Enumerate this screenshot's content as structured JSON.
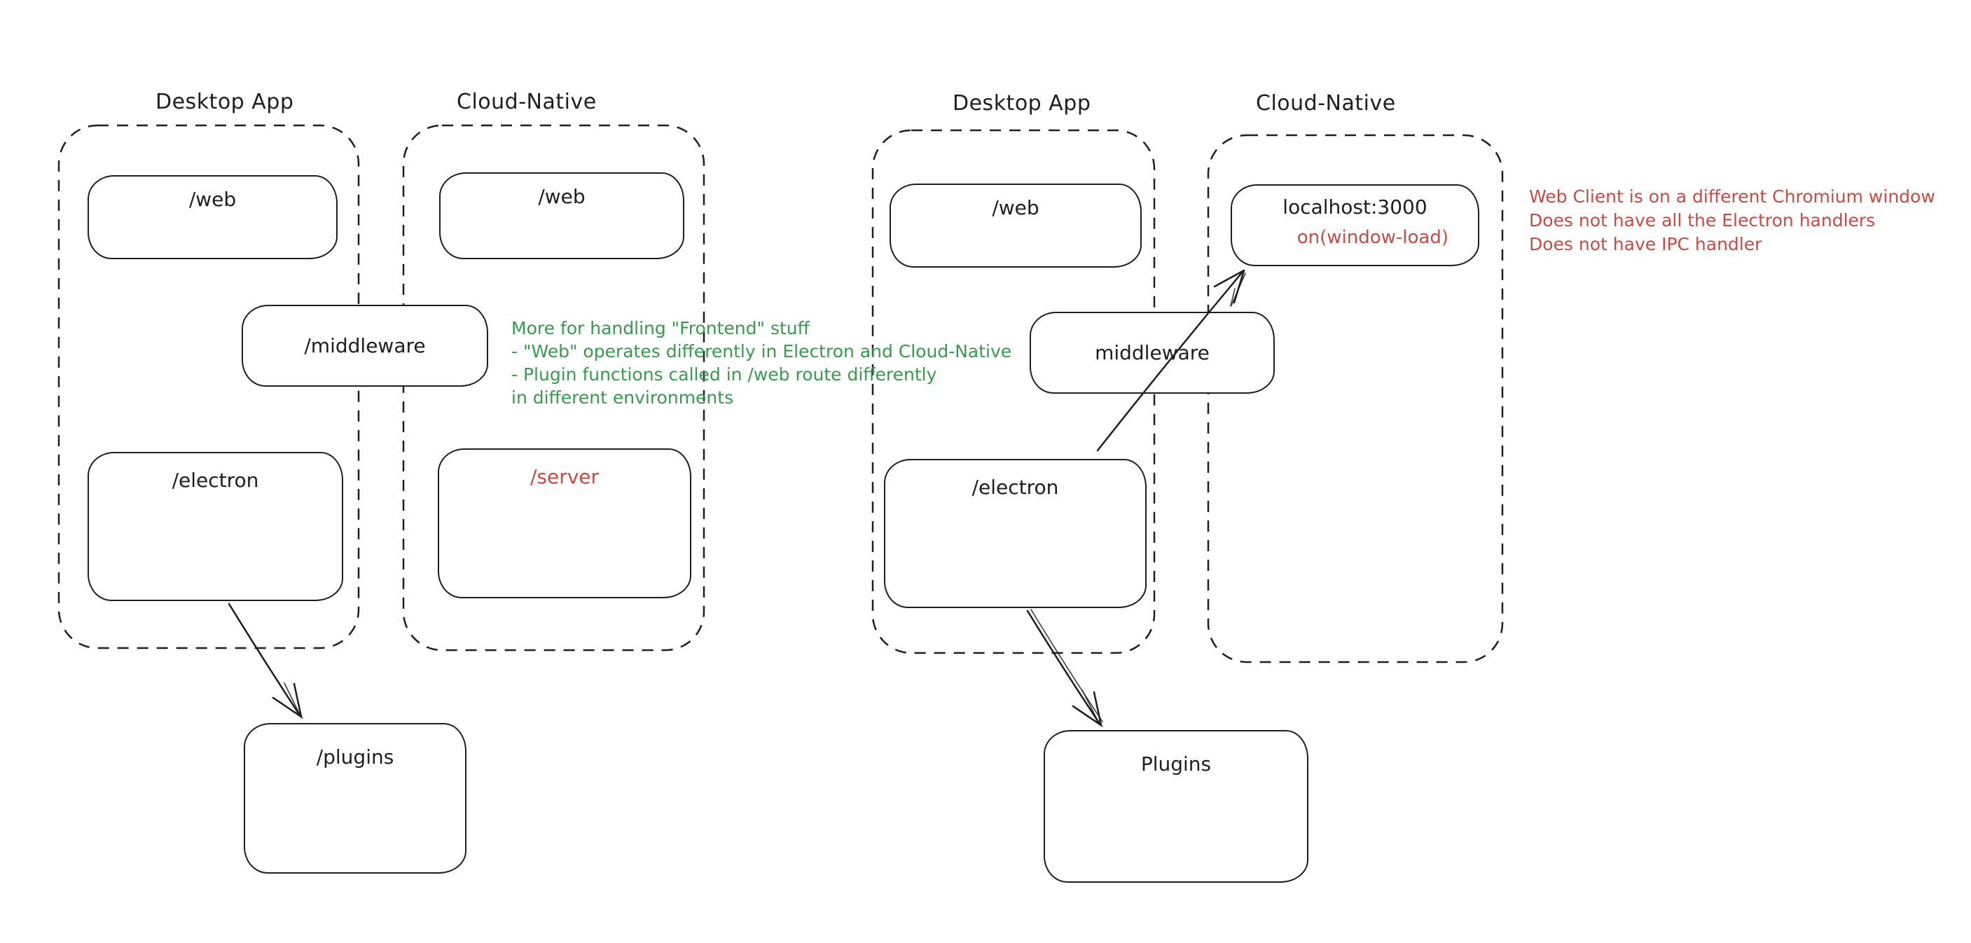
{
  "diagram": {
    "colors": {
      "stroke": "#1e1e1e",
      "green": "#399a4e",
      "red": "#cb4a42"
    },
    "left": {
      "desktop_title": "Desktop App",
      "cloud_title": "Cloud-Native",
      "web_desktop": "/web",
      "web_cloud": "/web",
      "middleware": "/middleware",
      "electron": "/electron",
      "server": "/server",
      "plugins": "/plugins",
      "note_green": [
        "More for handling \"Frontend\" stuff",
        "- \"Web\" operates differently in Electron and Cloud-Native",
        "- Plugin functions called in /web route differently",
        "in different environments"
      ]
    },
    "right": {
      "desktop_title": "Desktop App",
      "cloud_title": "Cloud-Native",
      "web_desktop": "/web",
      "localhost": "localhost:3000",
      "on_window_load": "on(window-load)",
      "middleware": "middleware",
      "electron": "/electron",
      "plugins": "Plugins",
      "note_red": [
        "Web Client is on a different Chromium window",
        "Does not have all the Electron handlers",
        "Does not have IPC handler"
      ]
    }
  }
}
